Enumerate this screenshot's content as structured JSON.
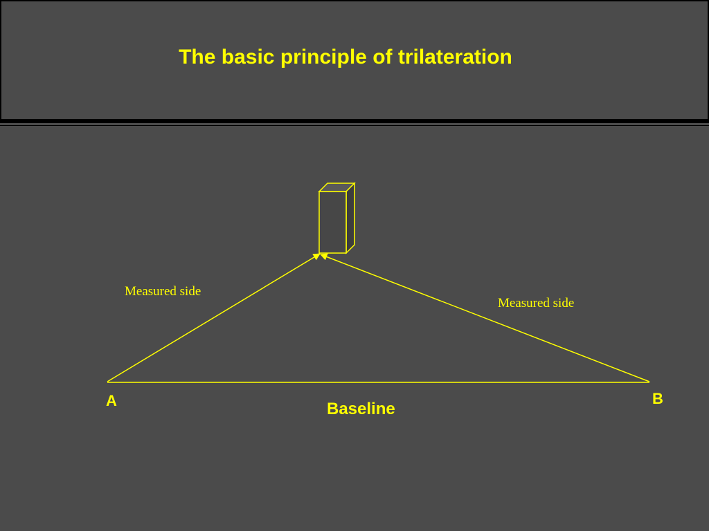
{
  "slide": {
    "title": "The basic principle of trilateration"
  },
  "diagram": {
    "measured_side_left": "Measured side",
    "measured_side_right": "Measured side",
    "point_a": "A",
    "point_b": "B",
    "baseline": "Baseline"
  },
  "colors": {
    "background": "#4b4b4b",
    "accent": "#ffff00",
    "object_fill": "#474747",
    "rule": "#000000"
  }
}
